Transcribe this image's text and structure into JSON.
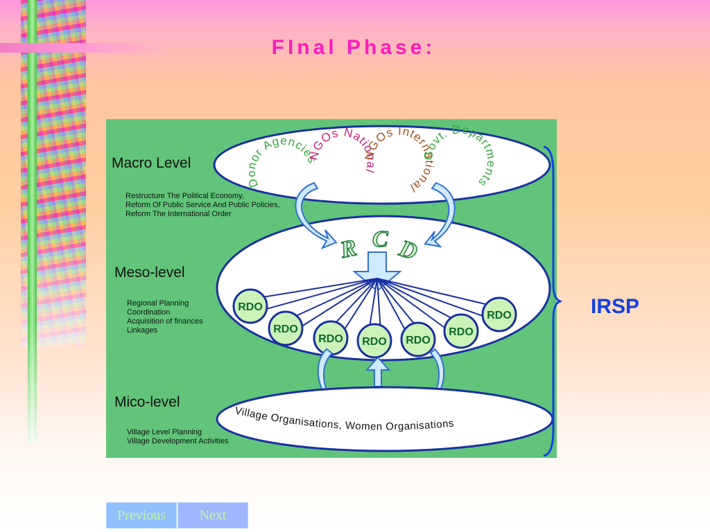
{
  "slide": {
    "title": "FInal  Phase:"
  },
  "diagram": {
    "macro": {
      "title": "Macro Level",
      "desc": [
        "Restructure The Political Economy,",
        "Reform Of Public Service And Public Policies,",
        "Reform The International Order"
      ],
      "agencies": [
        "Donor Agencies",
        "NGOs National",
        "NGOs International",
        "Govt. Departments"
      ]
    },
    "meso": {
      "title": "Meso-level",
      "desc": [
        "Regional Planning",
        "Coordination",
        "Acquisition of finances",
        "Linkages"
      ],
      "center_letters": [
        "R",
        "C",
        "D"
      ],
      "node_label": "RDO",
      "node_count": 7
    },
    "micro": {
      "title": "Mico-level",
      "desc": [
        "Village Level Planning",
        "Village Development Activities"
      ],
      "organisations": "Village Organisations, Women Organisations"
    },
    "brace_label": "IRSP"
  },
  "nav": {
    "previous": "Previous",
    "next": "Next"
  },
  "colors": {
    "panel": "#61c47a",
    "title": "#ff1cbd",
    "ellipse_stroke": "#1a2fa0",
    "arrow_fill": "#cfeaff",
    "arrow_stroke": "#2f6fd0",
    "rdo_fill": "#cdf2b8",
    "rdo_text": "#0a6a2e",
    "irsp": "#1240e0"
  }
}
